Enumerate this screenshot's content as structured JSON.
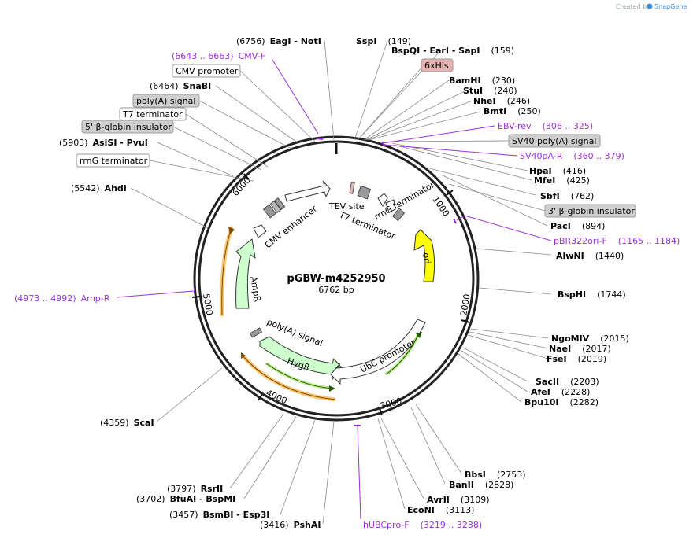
{
  "credit": {
    "text": "Created by",
    "brand": "SnapGene"
  },
  "plasmid": {
    "name": "pGBW-m4252950",
    "size": "6762 bp"
  },
  "ticks": [
    "1000",
    "2000",
    "3000",
    "4000",
    "5000",
    "6000"
  ],
  "sites": [
    {
      "name": "EagI  - NotI",
      "pos": "(6756)"
    },
    {
      "name": "SspI",
      "pos": "(149)"
    },
    {
      "name": "BspQI  - EarI  - SapI",
      "pos": "(159)"
    },
    {
      "name": "BamHI",
      "pos": "(230)"
    },
    {
      "name": "StuI",
      "pos": "(240)"
    },
    {
      "name": "NheI",
      "pos": "(246)"
    },
    {
      "name": "BmtI",
      "pos": "(250)"
    },
    {
      "name": "HpaI",
      "pos": "(416)"
    },
    {
      "name": "MfeI",
      "pos": "(425)"
    },
    {
      "name": "SbfI",
      "pos": "(762)"
    },
    {
      "name": "PacI",
      "pos": "(894)"
    },
    {
      "name": "AlwNI",
      "pos": "(1440)"
    },
    {
      "name": "BspHI",
      "pos": "(1744)"
    },
    {
      "name": "NgoMIV",
      "pos": "(2015)"
    },
    {
      "name": "NaeI",
      "pos": "(2017)"
    },
    {
      "name": "FseI",
      "pos": "(2019)"
    },
    {
      "name": "SacII",
      "pos": "(2203)"
    },
    {
      "name": "AfeI",
      "pos": "(2228)"
    },
    {
      "name": "Bpu10I",
      "pos": "(2282)"
    },
    {
      "name": "BbsI",
      "pos": "(2753)"
    },
    {
      "name": "BanII",
      "pos": "(2828)"
    },
    {
      "name": "AvrII",
      "pos": "(3109)"
    },
    {
      "name": "EcoNI",
      "pos": "(3113)"
    },
    {
      "name": "PshAI",
      "pos": "(3416)"
    },
    {
      "name": "BsmBI  - Esp3I",
      "pos": "(3457)"
    },
    {
      "name": "BfuAI  - BspMI",
      "pos": "(3702)"
    },
    {
      "name": "RsrII",
      "pos": "(3797)"
    },
    {
      "name": "ScaI",
      "pos": "(4359)"
    },
    {
      "name": "AhdI",
      "pos": "(5542)"
    },
    {
      "name": "AsiSI  - PvuI",
      "pos": "(5903)"
    },
    {
      "name": "SnaBI",
      "pos": "(6464)"
    }
  ],
  "primers": [
    {
      "name": "CMV-F",
      "range": "(6643 .. 6663)"
    },
    {
      "name": "EBV-rev",
      "range": "(306 .. 325)"
    },
    {
      "name": "SV40pA-R",
      "range": "(360 .. 379)"
    },
    {
      "name": "pBR322ori-F",
      "range": "(1165 .. 1184)"
    },
    {
      "name": "Amp-R",
      "range": "(4973 .. 4992)"
    },
    {
      "name": "hUBCpro-F",
      "range": "(3219 .. 3238)"
    }
  ],
  "boxes": {
    "cmv_promoter": "CMV promoter",
    "polya_signal": "poly(A) signal",
    "t7_terminator": "T7 terminator",
    "beta_globin_5": "5' β-globin insulator",
    "rrng_terminator": "rrnG terminator",
    "his6": "6xHis",
    "sv40_polya": "SV40 poly(A) signal",
    "beta_globin_3": "3' β-globin insulator"
  },
  "features": {
    "tev": "TEV site",
    "t7": "T7 terminator",
    "rrng": "rrnG terminator",
    "ori": "ori",
    "cmv_enh": "CMV enhancer",
    "ampr": "AmpR",
    "polya": "poly(A) signal",
    "hygr": "HygR",
    "ubc": "UbC promoter"
  },
  "colors": {
    "primer": "#9b30d9",
    "ori": "#ffff00",
    "resistance": "#ccffcc",
    "orf_highlight": "#f5a623",
    "brand": "#3b8ed8"
  }
}
